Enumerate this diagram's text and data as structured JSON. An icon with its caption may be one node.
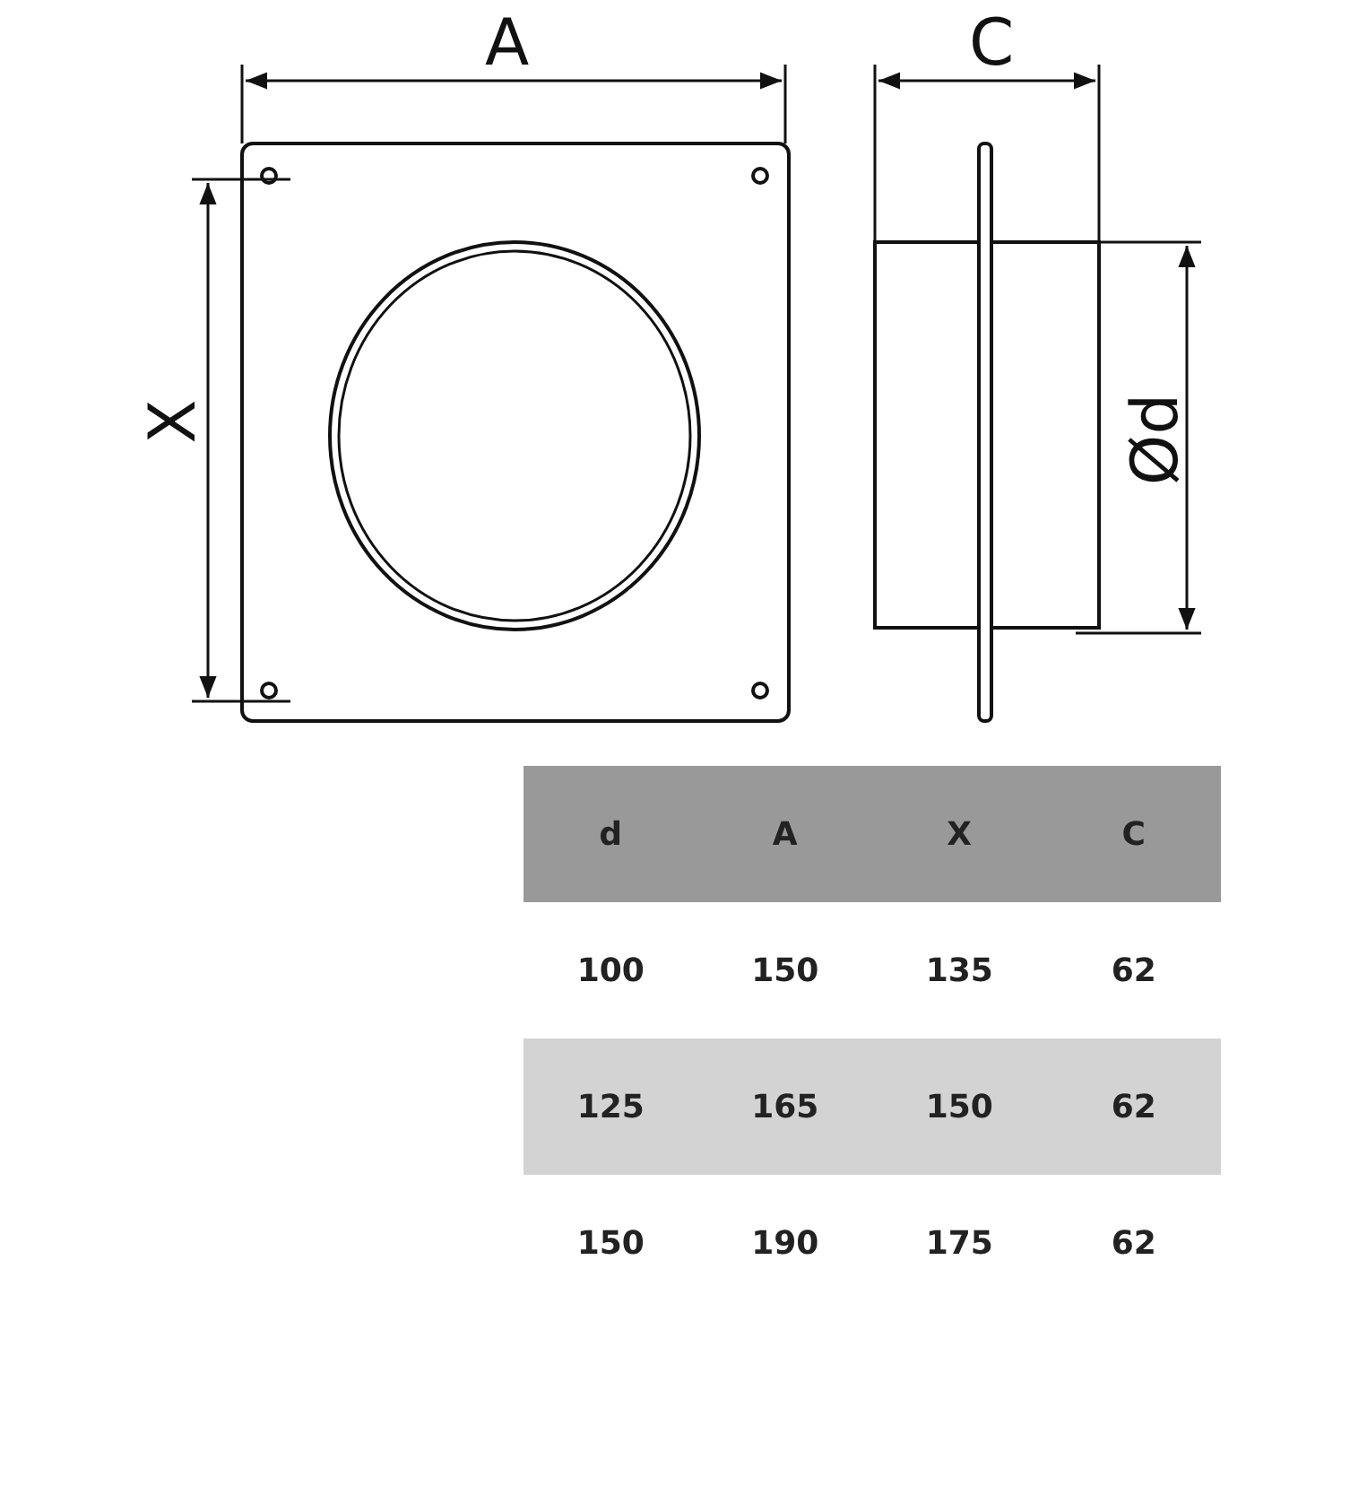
{
  "diagram": {
    "labels": [
      "A",
      "C",
      "X",
      "Ød",
      "d",
      "A",
      "X",
      "C",
      "100",
      "150",
      "135",
      "62",
      "125",
      "165",
      "150",
      "62",
      "150",
      "190",
      "175",
      "62"
    ]
  }
}
